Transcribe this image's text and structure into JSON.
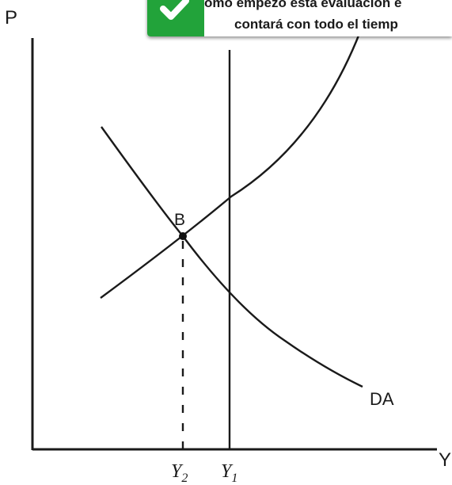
{
  "axes": {
    "y_label": "P",
    "x_label": "Y"
  },
  "curves": {
    "aggregate_demand_label": "DA"
  },
  "equilibrium": {
    "point_label": "B"
  },
  "x_ticks": {
    "y2_main": "Y",
    "y2_sub": "2",
    "y1_main": "Y",
    "y1_sub": "1"
  },
  "notification": {
    "line1": "omo empezó esta evaluación e",
    "line2": "contará con todo el tiemp",
    "icon": "checkmark-icon",
    "accent_color": "#22a33a"
  }
}
